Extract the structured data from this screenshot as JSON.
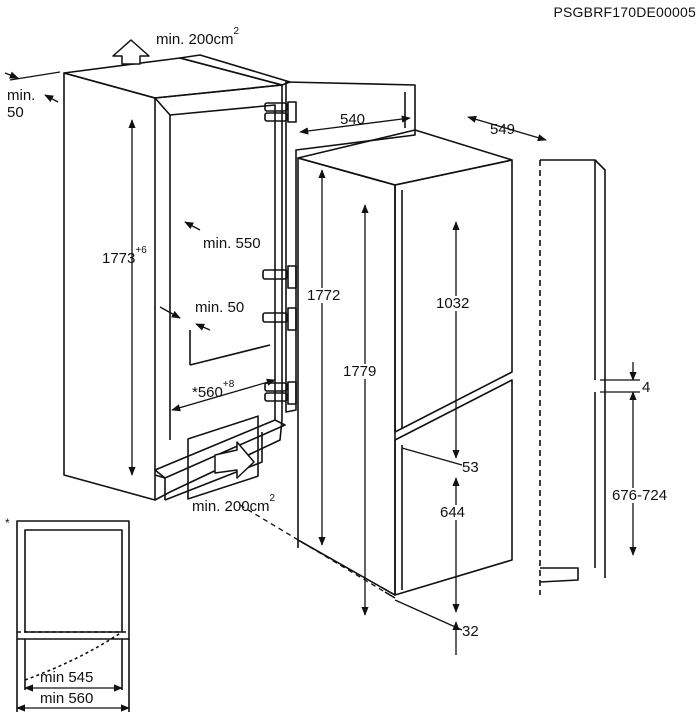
{
  "document_code": "PSGBRF170DE00005",
  "dimensions": {
    "vent_top": {
      "text": "min. 200cm",
      "sup": "2"
    },
    "vent_bottom": {
      "text": "min. 200cm",
      "sup": "2"
    },
    "min_50_side": {
      "line1": "min.",
      "line2": "50"
    },
    "niche_height": {
      "text": "1773",
      "sup": "+6"
    },
    "min_550": "min. 550",
    "min_50_inner": "min. 50",
    "niche_width": {
      "text": "*560",
      "sup": "+8"
    },
    "width_540": "540",
    "depth_549": "549",
    "height_1772": "1772",
    "height_1779": "1779",
    "height_1032": "1032",
    "gap_53": "53",
    "height_644": "644",
    "gap_32": "32",
    "gap_4": "4",
    "range_676_724": "676-724",
    "asterisk": "*",
    "min_545": "min 545",
    "min_560": "min 560"
  }
}
